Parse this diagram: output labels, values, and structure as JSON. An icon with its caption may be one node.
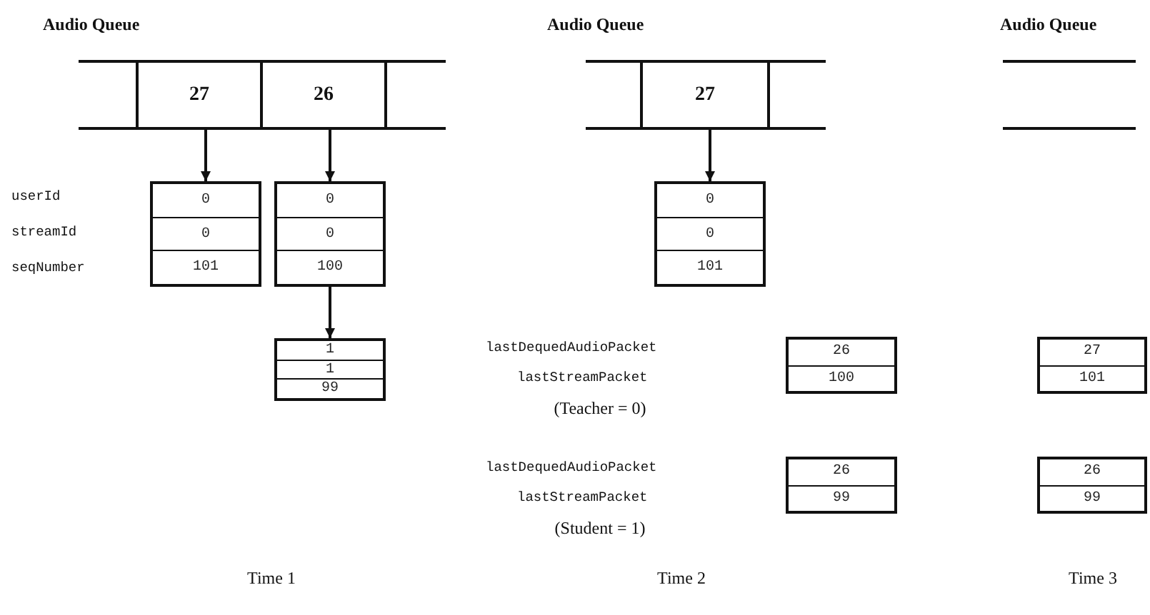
{
  "diagram": {
    "nodes": [
      {
        "text": [
          "27"
        ]
      },
      {
        "text": [
          "26"
        ]
      },
      {
        "text": [
          "0",
          "0",
          "101"
        ]
      },
      {
        "text": [
          "0",
          "0",
          "100"
        ]
      },
      {
        "text": [
          "1",
          "1",
          "99"
        ]
      },
      {
        "text": [
          "27"
        ]
      },
      {
        "text": [
          "0",
          "0",
          "101"
        ]
      },
      {
        "text": [
          "26",
          "100"
        ]
      },
      {
        "text": [
          "26",
          "99"
        ]
      },
      {
        "text": [
          "27",
          "101"
        ]
      },
      {
        "text": [
          "26",
          "99"
        ]
      }
    ],
    "edges": [
      {
        "from": 0,
        "to": 2,
        "arrow": "to"
      },
      {
        "from": 1,
        "to": 3,
        "arrow": "to"
      },
      {
        "from": 3,
        "to": 4,
        "arrow": "to"
      },
      {
        "from": 5,
        "to": 6,
        "arrow": "to"
      }
    ],
    "labels": [
      "Audio Queue",
      "Audio Queue",
      "Audio Queue",
      "userId",
      "streamId",
      "seqNumber",
      "lastDequedAudioPacket",
      "lastStreamPacket",
      "(Teacher = 0)",
      "lastDequedAudioPacket",
      "lastStreamPacket",
      "(Student = 1)",
      "Time 1",
      "Time 2",
      "Time 3"
    ]
  }
}
